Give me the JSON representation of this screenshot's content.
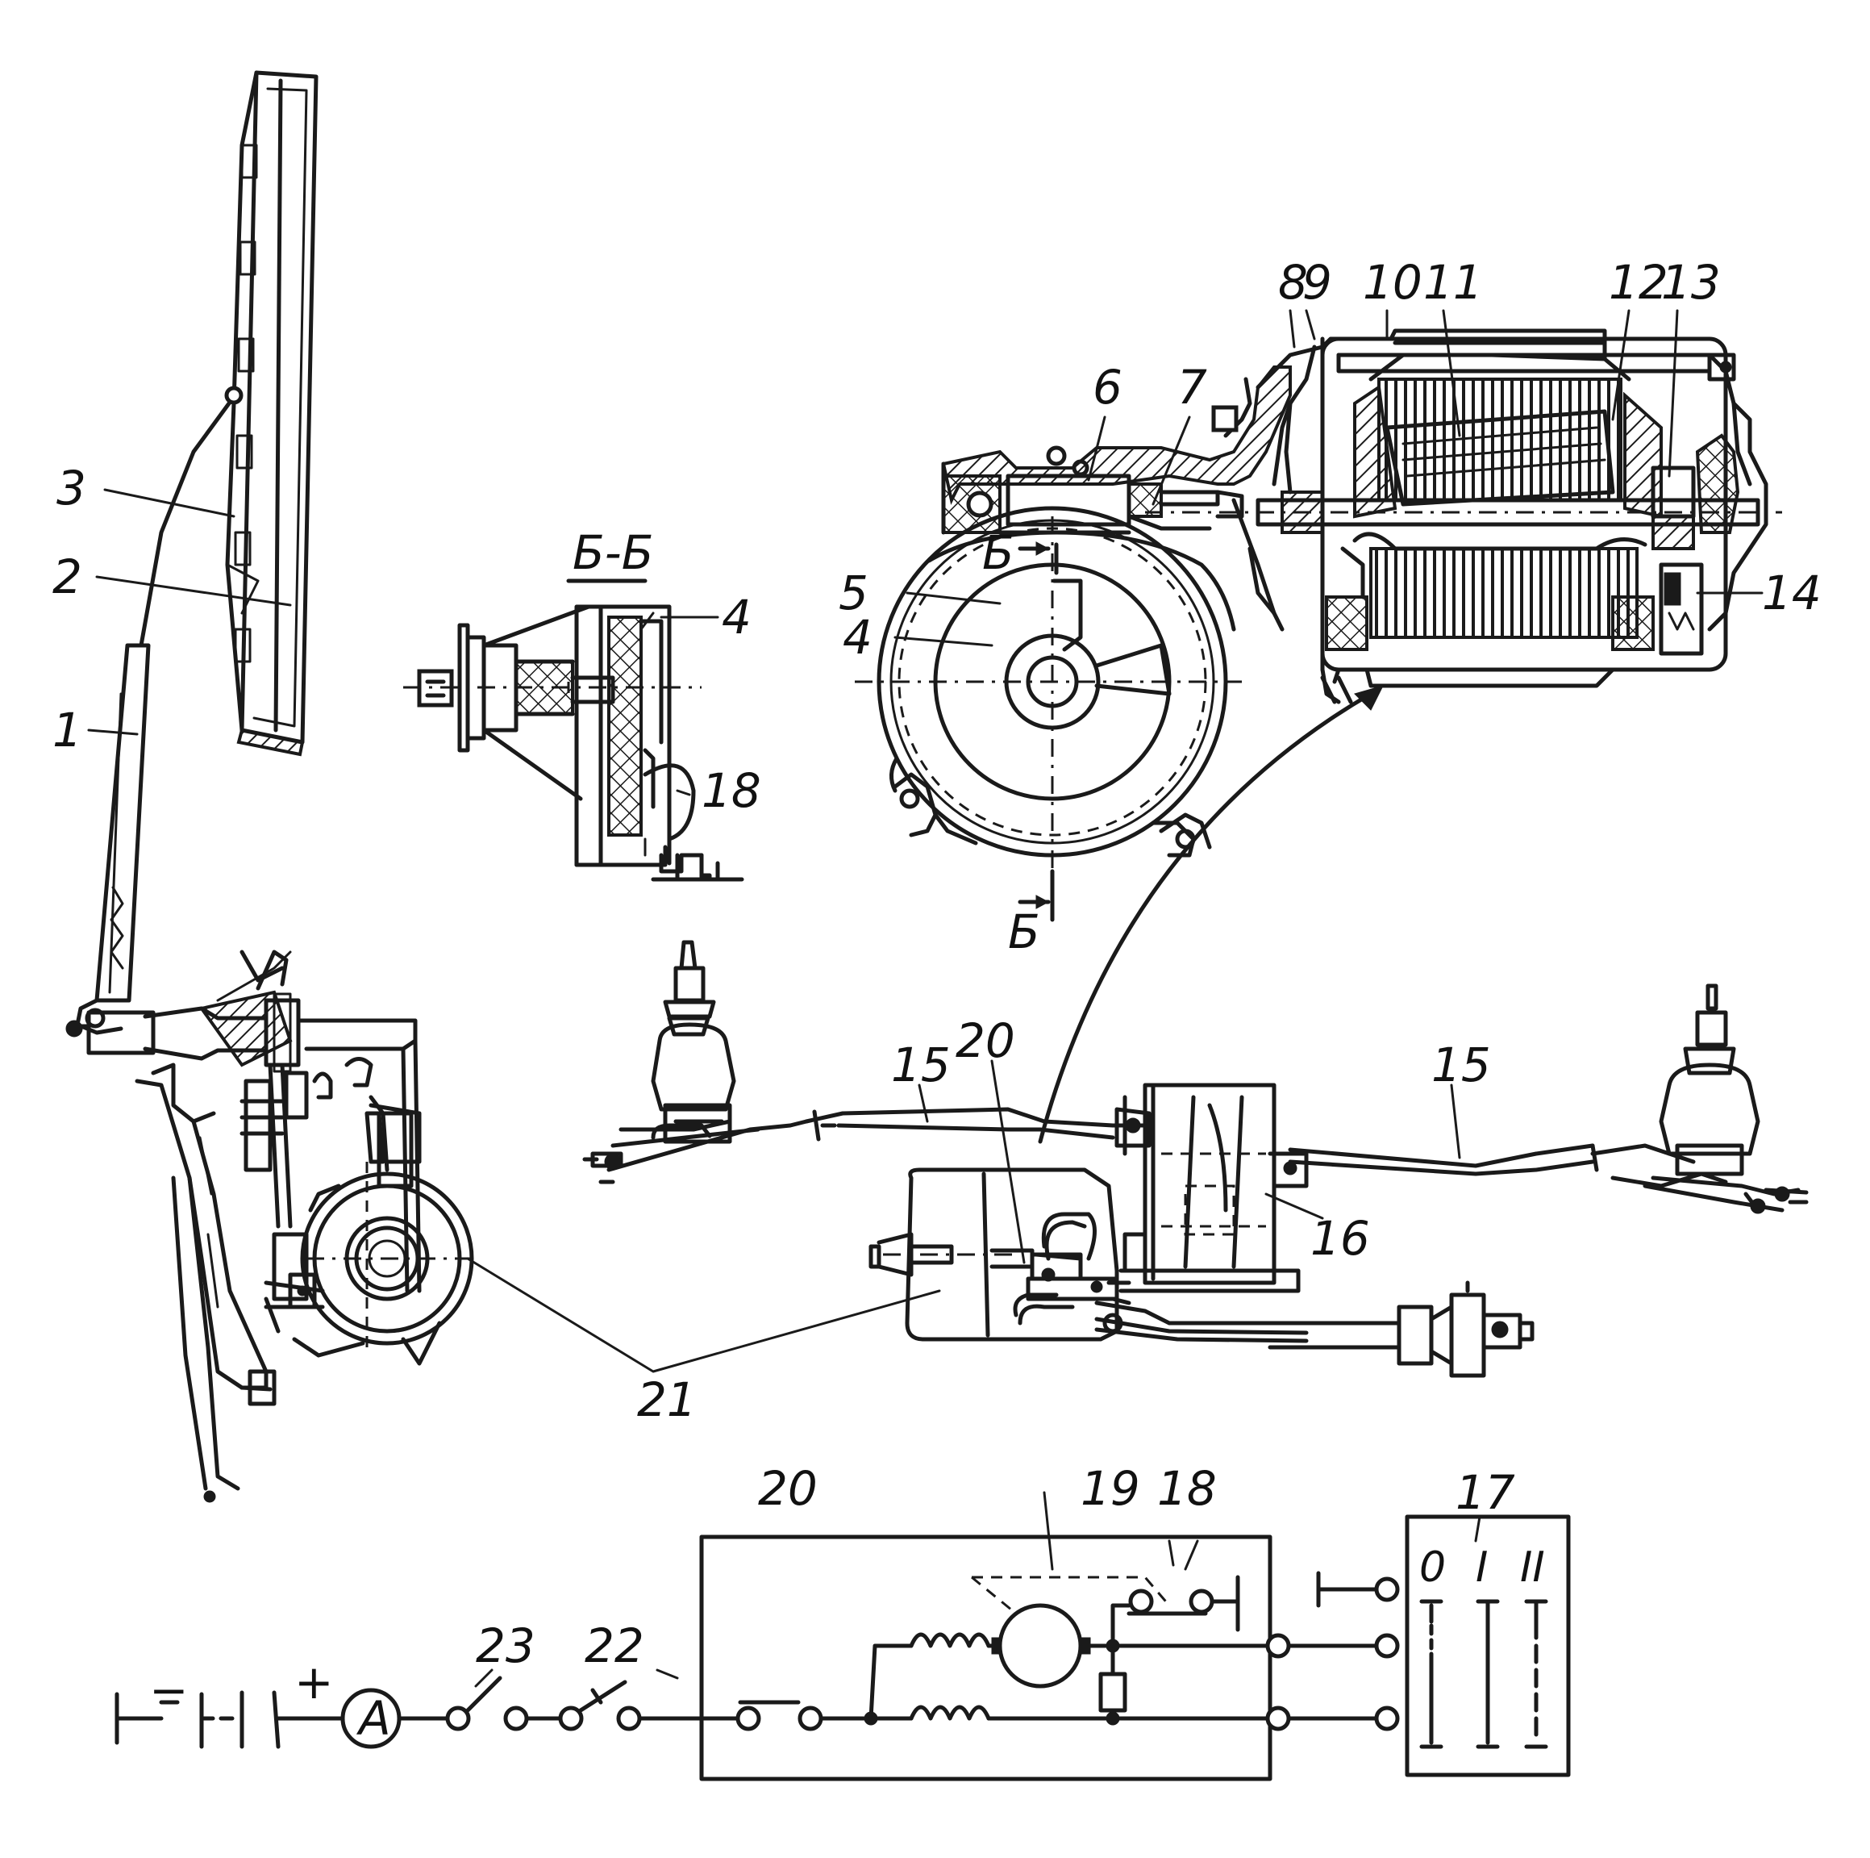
{
  "callouts": {
    "c1": "1",
    "c2": "2",
    "c3": "3",
    "c4a": "4",
    "c4b": "4",
    "c5": "5",
    "c6": "6",
    "c7": "7",
    "c8": "8",
    "c9": "9",
    "c10": "10",
    "c11": "11",
    "c12": "12",
    "c13": "13",
    "c14": "14",
    "c15a": "15",
    "c15b": "15",
    "c16": "16",
    "c17": "17",
    "c18a": "18",
    "c18b": "18",
    "c19": "19",
    "c20a": "20",
    "c20b": "20",
    "c21": "21",
    "c22": "22",
    "c23": "23"
  },
  "section": {
    "title": "Б-Б",
    "mark_top": "Б",
    "mark_bottom": "Б"
  },
  "schematic": {
    "minus": "−",
    "plus": "+",
    "ammeter": "A",
    "switch_positions": [
      "0",
      "I",
      "II"
    ]
  }
}
